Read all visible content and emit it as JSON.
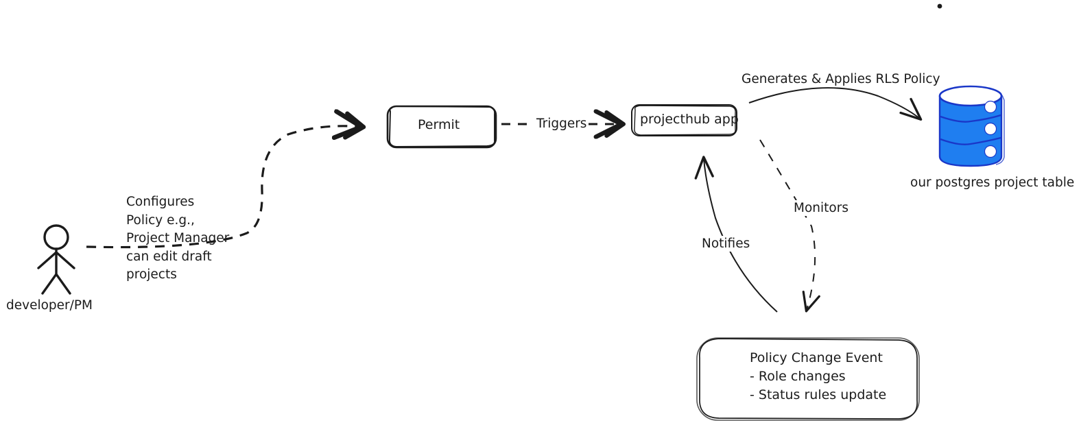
{
  "diagram": {
    "title": "Permit policy to Postgres RLS flow",
    "background": "#ffffff",
    "ink": "#1b1b1b",
    "db_fill": "#1f7ef0",
    "db_stroke": "#1a37c8",
    "nodes": {
      "actor": {
        "label": "developer/PM",
        "icon": "stick-figure-icon"
      },
      "permit": {
        "label": "Permit"
      },
      "app": {
        "label": "projecthub app"
      },
      "database": {
        "caption": "our postgres project table",
        "icon": "database-cylinder-icon"
      },
      "policy_event": {
        "lines": "Policy Change Event\n- Role changes\n- Status rules update"
      }
    },
    "edges": {
      "configures": {
        "label": "Configures\nPolicy e.g.,\nProject Manager\ncan edit draft\nprojects",
        "style": "dashed",
        "from": "developer/PM",
        "to": "Permit"
      },
      "triggers": {
        "label": "Triggers",
        "style": "dashed",
        "from": "Permit",
        "to": "projecthub app"
      },
      "generates": {
        "label": "Generates & Applies RLS Policy",
        "style": "solid",
        "from": "projecthub app",
        "to": "our postgres project table"
      },
      "monitors": {
        "label": "Monitors",
        "style": "dashed",
        "from": "projecthub app",
        "to": "Policy Change Event"
      },
      "notifies": {
        "label": "Notifies",
        "style": "solid",
        "from": "Policy Change Event",
        "to": "projecthub app"
      }
    },
    "marks": {
      "corner_dot": "•"
    }
  }
}
